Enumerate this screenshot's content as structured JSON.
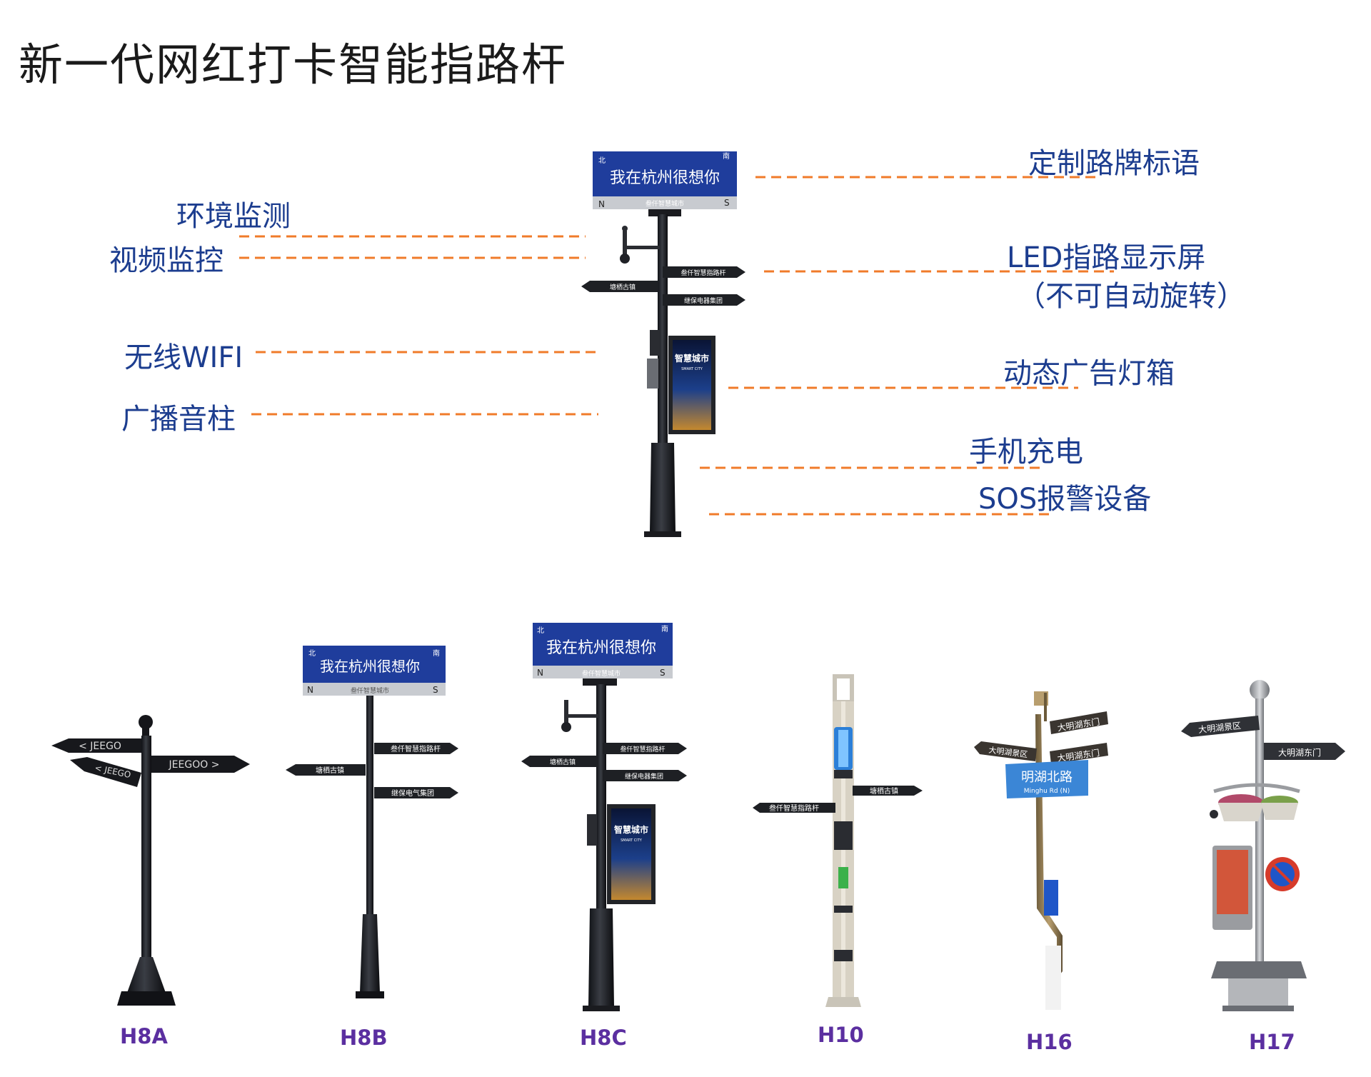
{
  "title": "新一代网红打卡智能指路杆",
  "features_left": [
    "环境监测",
    "视频监控",
    "无线WIFI",
    "广播音柱"
  ],
  "features_right": [
    "定制路牌标语",
    "LED指路显示屏",
    "（不可自动旋转）",
    "动态广告灯箱",
    "手机充电",
    "SOS报警设备"
  ],
  "sign": {
    "main": "我在杭州很想你",
    "north_small": "北",
    "south_small": "南",
    "n": "N",
    "s": "S",
    "sub": "叁仟智慧城市"
  },
  "arrows": [
    "叁仟智慧指路杆",
    "塘栖古镇",
    "继保电器集团",
    "继保电气集团"
  ],
  "lightbox": {
    "title": "智慧城市",
    "sub": "SMART CITY"
  },
  "h8a_arrows": [
    "< JEEGO",
    "JEEGOO >",
    "< JEEGO"
  ],
  "h16_signs": [
    "大明湖东门",
    "大明湖景区",
    "大明湖东门",
    "明湖北路",
    "Minghu Rd (N)"
  ],
  "h17_signs": [
    "大明湖景区",
    "大明湖东门"
  ],
  "models": [
    "H8A",
    "H8B",
    "H8C",
    "H10",
    "H16",
    "H17"
  ],
  "colors": {
    "feature_text": "#1c3d8f",
    "leader_line": "#f07b2a",
    "model_text": "#5b2fa0",
    "sign_blue": "#1f3d9c"
  }
}
